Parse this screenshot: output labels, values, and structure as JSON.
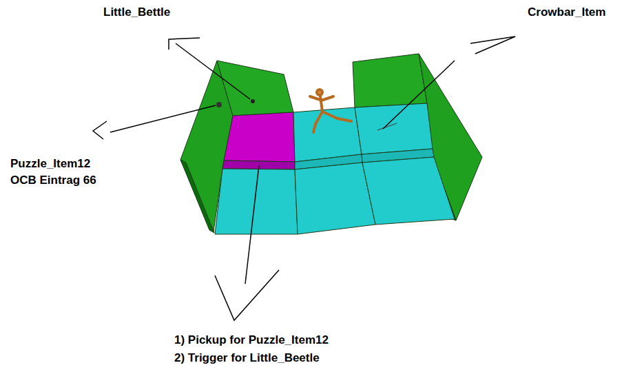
{
  "diagram": {
    "labels": [
      "Little_Bettle",
      "Crowbar_Item",
      "Puzzle_Item12",
      "OCB Eintrag 66",
      "1) Pickup for Puzzle_Item12",
      "2) Trigger for Little_Beetle"
    ]
  }
}
